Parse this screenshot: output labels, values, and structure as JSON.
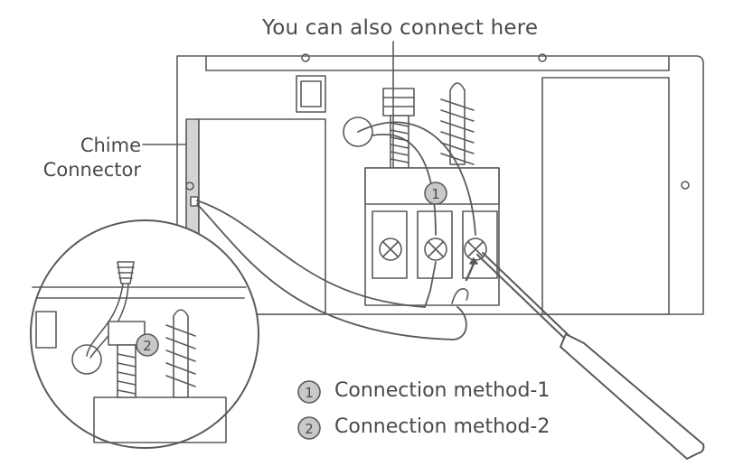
{
  "labels": {
    "top_note": "You can also connect here",
    "chime_line1": "Chime",
    "chime_line2": "Connector"
  },
  "markers": {
    "one": "1",
    "two": "2"
  },
  "legend": [
    {
      "num": "1",
      "text": "Connection method-1"
    },
    {
      "num": "2",
      "text": "Connection method-2"
    }
  ],
  "colors": {
    "line": "#5a5a5a",
    "marker_fill": "#c9c9c9",
    "text": "#4a4a4a"
  }
}
